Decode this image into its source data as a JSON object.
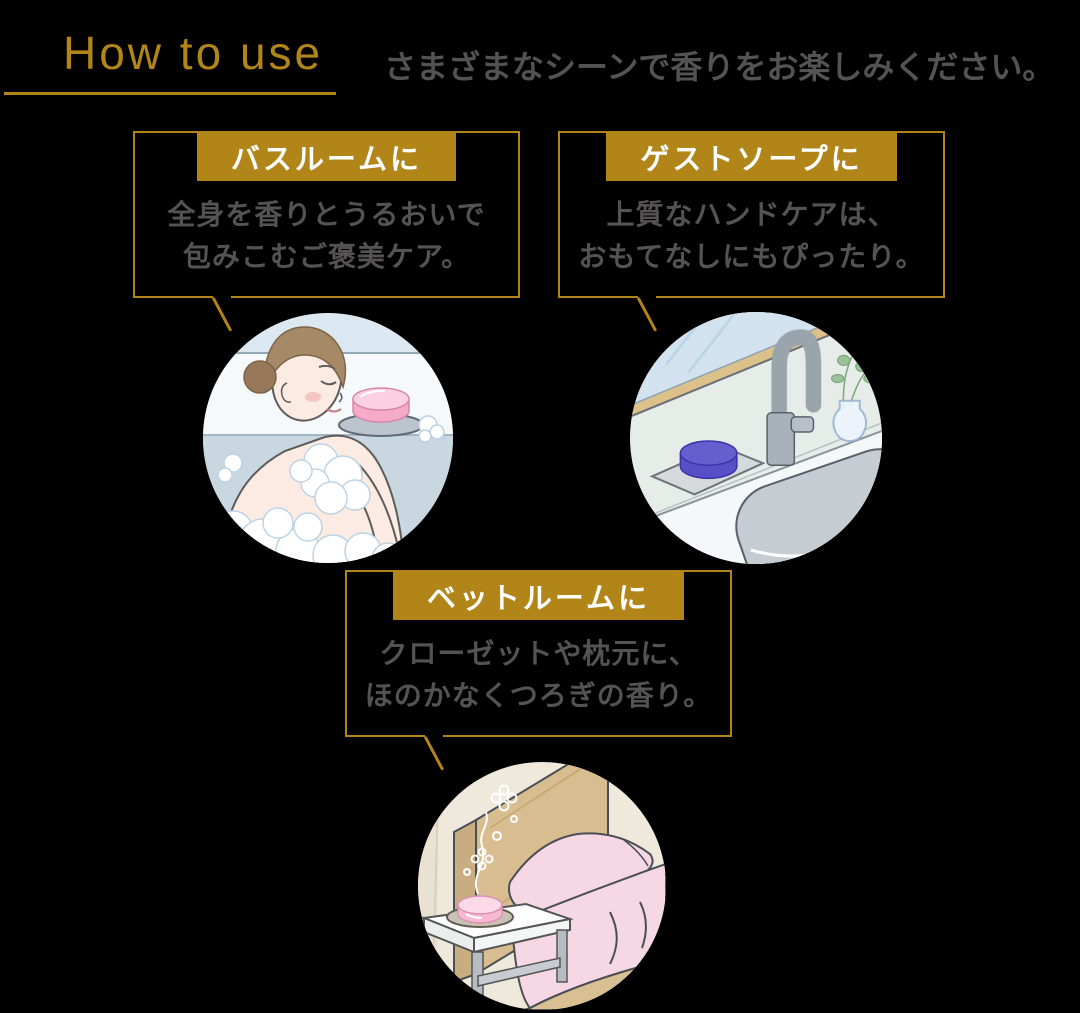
{
  "page": {
    "background_color": "#000000",
    "accent_gold": "#b28519",
    "body_text_color": "#545252",
    "badge_text_color": "#ffffff"
  },
  "header": {
    "title": "How to use",
    "subtitle": "さまざまなシーンで香りをお楽しみください。"
  },
  "scenes": [
    {
      "badge": "バスルームに",
      "line1": "全身を香りとうるおいで",
      "line2": "包みこむご褒美ケア。",
      "illustration": "woman-bathing-with-pink-soap"
    },
    {
      "badge": "ゲストソープに",
      "line1": "上質なハンドケアは、",
      "line2": "おもてなしにもぴったり。",
      "illustration": "washbasin-with-blue-guest-soap"
    },
    {
      "badge": "ベットルームに",
      "line1": "クローゼットや枕元に、",
      "line2": "ほのかなくつろぎの香り。",
      "illustration": "bedside-table-with-fragrant-soap"
    }
  ]
}
